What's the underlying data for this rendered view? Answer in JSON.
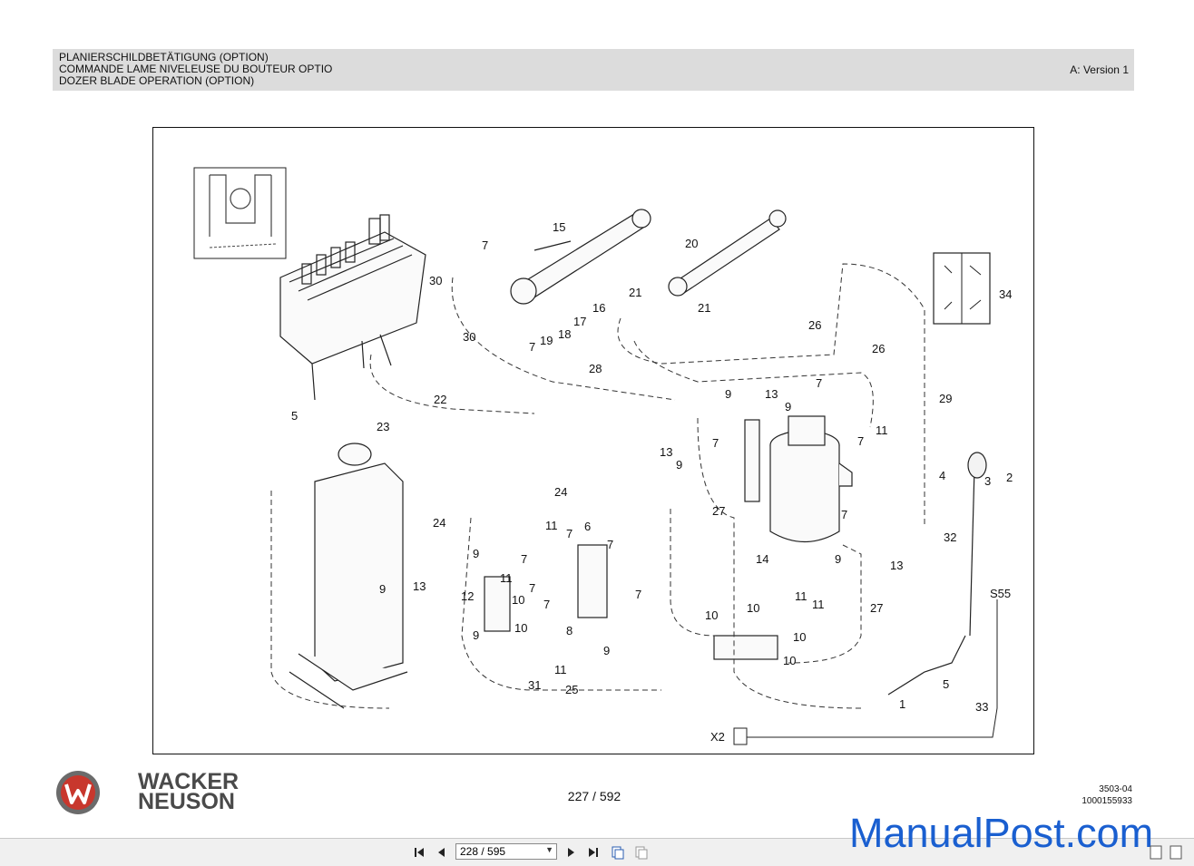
{
  "header": {
    "title_de": "PLANIERSCHILDBETÄTIGUNG (OPTION)",
    "title_fr": "COMMANDE LAME NIVELEUSE DU BOUTEUR OPTIO",
    "title_en": "DOZER BLADE OPERATION (OPTION)",
    "version": "A: Version 1"
  },
  "drawing": {
    "callouts": [
      "1",
      "2",
      "3",
      "4",
      "5",
      "5",
      "6",
      "7",
      "7",
      "7",
      "7",
      "7",
      "7",
      "7",
      "7",
      "7",
      "7",
      "7",
      "7",
      "8",
      "9",
      "9",
      "9",
      "9",
      "9",
      "9",
      "9",
      "9",
      "10",
      "10",
      "10",
      "10",
      "10",
      "10",
      "11",
      "11",
      "11",
      "11",
      "11",
      "11",
      "12",
      "13",
      "13",
      "13",
      "13",
      "14",
      "15",
      "16",
      "17",
      "18",
      "19",
      "20",
      "21",
      "21",
      "22",
      "23",
      "24",
      "24",
      "25",
      "26",
      "26",
      "27",
      "27",
      "28",
      "29",
      "30",
      "30",
      "31",
      "32",
      "33",
      "34",
      "S55",
      "X2"
    ]
  },
  "footer": {
    "brand_line1": "WACKER",
    "brand_line2": "NEUSON",
    "page_label": "227 / 592",
    "code1": "3503-04",
    "code2": "1000155933"
  },
  "toolbar": {
    "page_input_value": "228 / 595",
    "icons": [
      "first-page-icon",
      "prev-page-icon",
      "next-page-icon",
      "last-page-icon",
      "page-view-icon",
      "continuous-view-icon"
    ]
  },
  "watermark": "ManualPost.com",
  "colors": {
    "header_bg": "#dcdcdc",
    "toolbar_bg": "#f0f0f0",
    "watermark": "#1a5fd0",
    "logo_red": "#c8372d"
  }
}
